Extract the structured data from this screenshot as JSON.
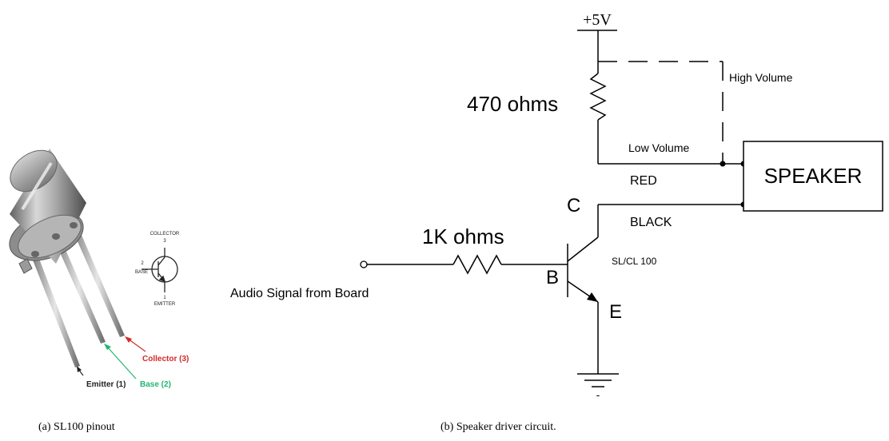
{
  "pinout": {
    "symbol_collector": "COLLECTOR",
    "symbol_collector_num": "3",
    "symbol_base": "BASE",
    "symbol_base_num": "2",
    "symbol_emitter": "EMITTER",
    "symbol_emitter_num": "1",
    "pin_collector": "Collector (3)",
    "pin_base": "Base (2)",
    "pin_emitter": "Emitter (1)",
    "colors": {
      "collector": "#d42a2a",
      "base": "#22b573",
      "emitter": "#222222"
    }
  },
  "circuit": {
    "supply": "+5V",
    "resistor_top": "470 ohms",
    "high_volume": "High Volume",
    "low_volume": "Low Volume",
    "red": "RED",
    "speaker": "SPEAKER",
    "collector": "C",
    "black": "BLACK",
    "resistor_base": "1K ohms",
    "transistor": "SL/CL 100",
    "base": "B",
    "emitter": "E",
    "input": "Audio Signal from Board",
    "ground_mark": "-"
  },
  "captions": {
    "a": "(a) SL100 pinout",
    "b": "(b) Speaker driver circuit."
  }
}
